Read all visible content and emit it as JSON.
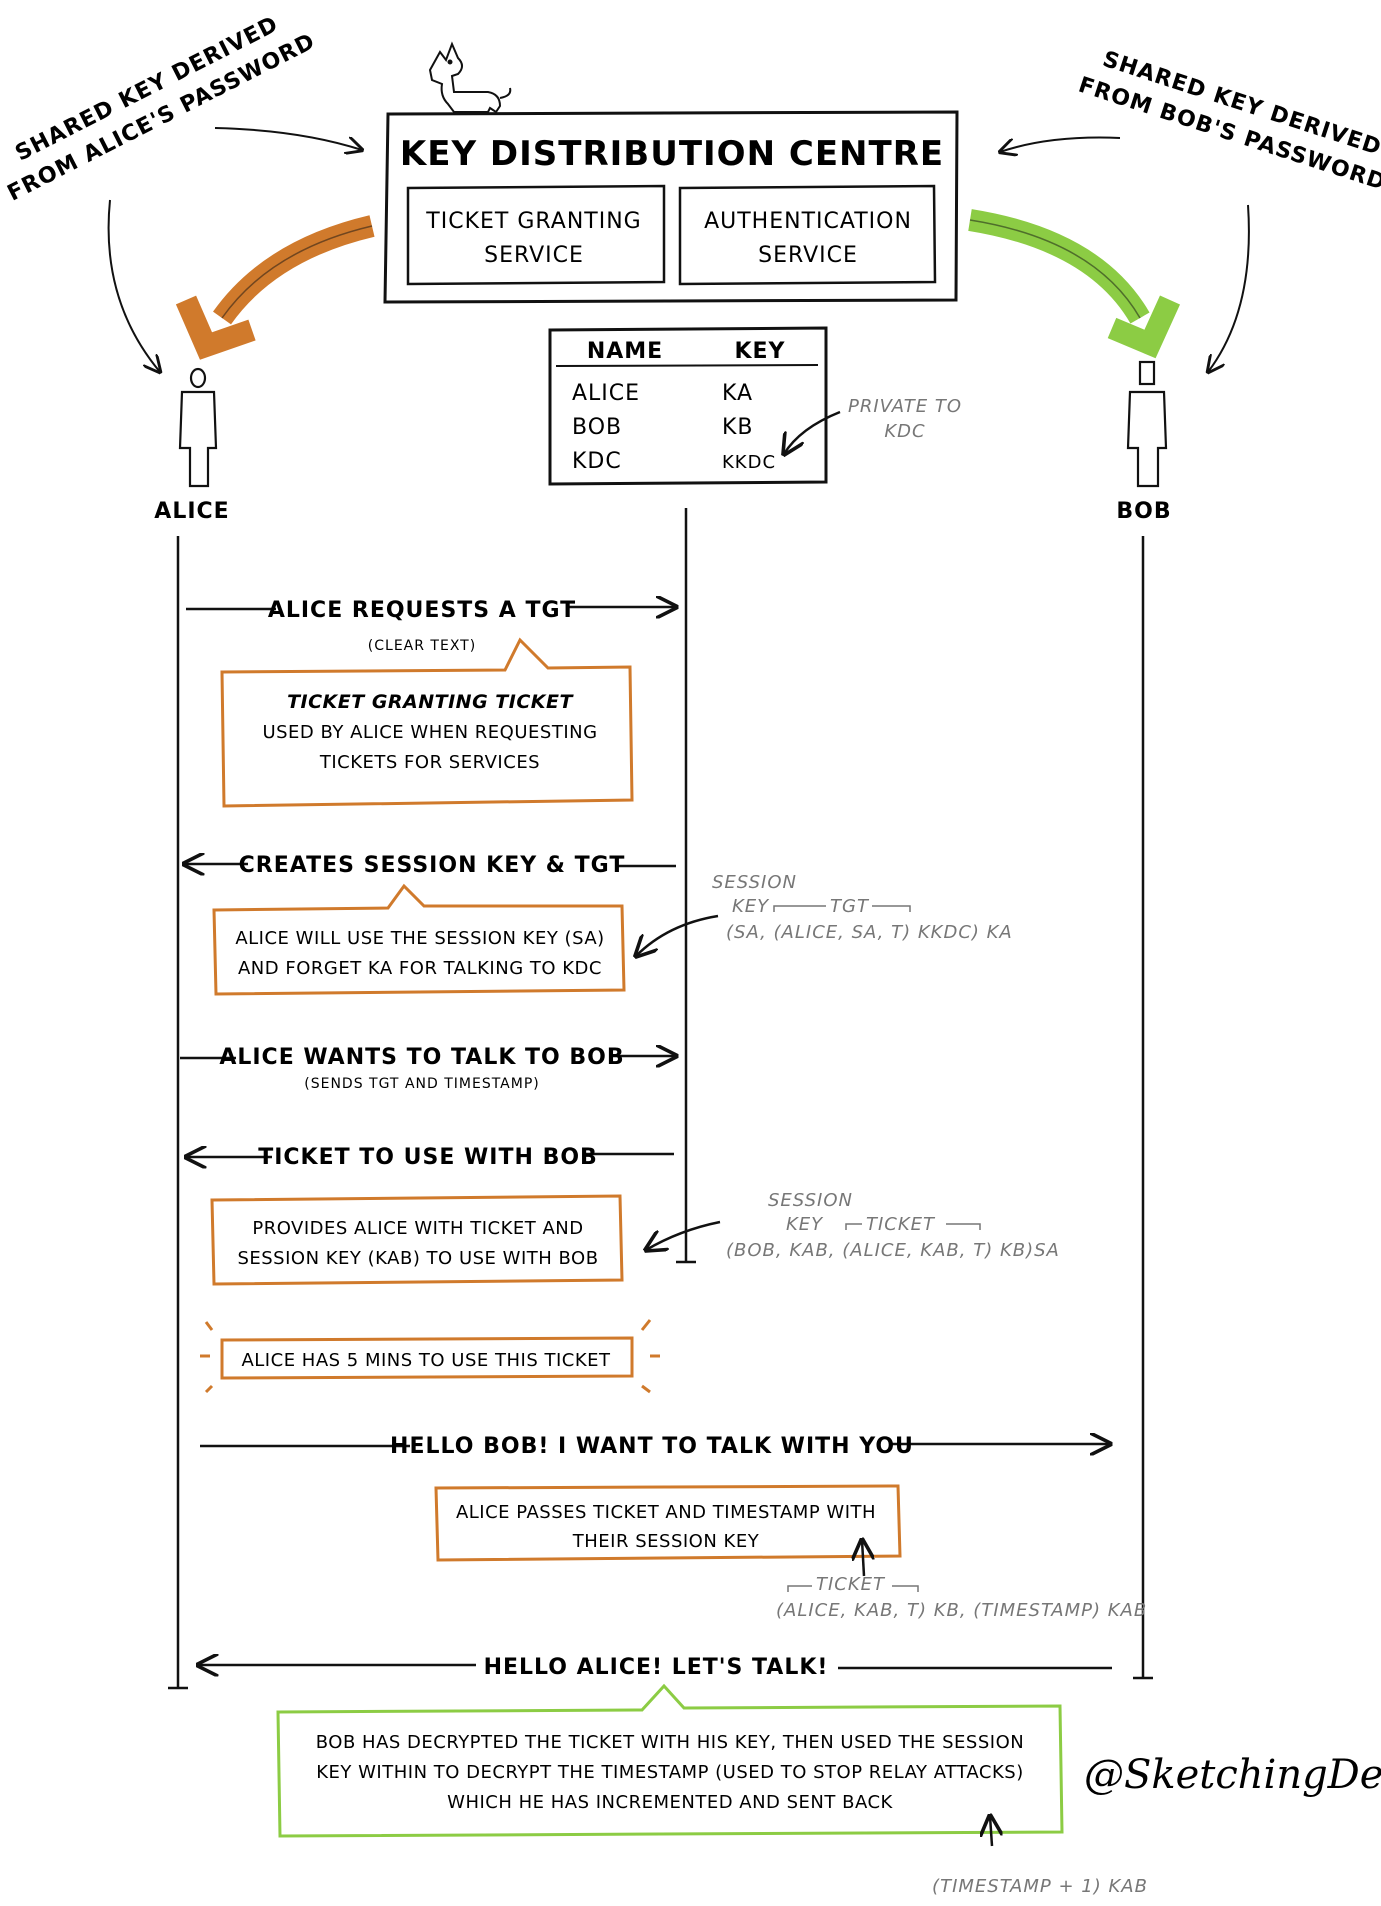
{
  "side_notes": {
    "alice_key": [
      "SHARED KEY DERIVED",
      "FROM ALICE'S PASSWORD"
    ],
    "bob_key": [
      "SHARED KEY DERIVED",
      "FROM BOB'S PASSWORD"
    ]
  },
  "kdc": {
    "title": "KEY DISTRIBUTION CENTRE",
    "tgs": [
      "TICKET GRANTING",
      "SERVICE"
    ],
    "as": [
      "AUTHENTICATION",
      "SERVICE"
    ]
  },
  "key_table": {
    "headers": [
      "NAME",
      "KEY"
    ],
    "rows": [
      {
        "name": "ALICE",
        "key": "KA"
      },
      {
        "name": "BOB",
        "key": "KB"
      },
      {
        "name": "KDC",
        "key": "KKDC"
      }
    ],
    "private_note": [
      "PRIVATE TO",
      "KDC"
    ]
  },
  "actors": {
    "alice": "ALICE",
    "bob": "BOB"
  },
  "messages": {
    "m1": "ALICE REQUESTS A TGT",
    "m1_sub": "(CLEAR TEXT)",
    "tgt_note_title": "TICKET GRANTING TICKET",
    "tgt_note": [
      "USED BY ALICE WHEN REQUESTING",
      "TICKETS FOR SERVICES"
    ],
    "m2": "CREATES SESSION KEY & TGT",
    "m2_note": [
      "ALICE WILL USE THE SESSION KEY (SA)",
      "AND FORGET KA FOR TALKING TO KDC"
    ],
    "m2_ann": [
      "SESSION",
      "KEY",
      "TGT",
      "(SA, (ALICE, SA, T) KKDC) KA"
    ],
    "m3": "ALICE WANTS TO TALK TO BOB",
    "m3_sub": "(SENDS TGT AND TIMESTAMP)",
    "m4": "TICKET TO USE WITH BOB",
    "m4_note": [
      "PROVIDES ALICE WITH TICKET AND",
      "SESSION KEY (KAB) TO USE WITH BOB"
    ],
    "m4_ann": [
      "SESSION",
      "KEY",
      "TICKET",
      "(BOB, KAB, (ALICE, KAB, T) KB)SA"
    ],
    "timer_note": "ALICE HAS 5 MINS TO USE THIS TICKET",
    "m5": "HELLO BOB! I WANT TO TALK WITH YOU",
    "m5_note": [
      "ALICE PASSES TICKET AND TIMESTAMP WITH",
      "THEIR SESSION KEY"
    ],
    "m5_ann": [
      "TICKET",
      "(ALICE, KAB, T) KB, (TIMESTAMP) KAB"
    ],
    "m6": "HELLO ALICE! LET'S TALK!",
    "m6_note": [
      "BOB HAS DECRYPTED THE TICKET WITH HIS KEY, THEN USED THE SESSION",
      "KEY WITHIN TO DECRYPT THE TIMESTAMP (USED TO STOP RELAY ATTACKS)",
      "WHICH HE HAS INCREMENTED AND SENT BACK"
    ],
    "m6_ann": "(TIMESTAMP + 1) KAB"
  },
  "signature": "@SketchingDev",
  "colors": {
    "orange": "#d07a2c",
    "green": "#8ccc44",
    "ink": "#111111",
    "grey": "#777777"
  }
}
